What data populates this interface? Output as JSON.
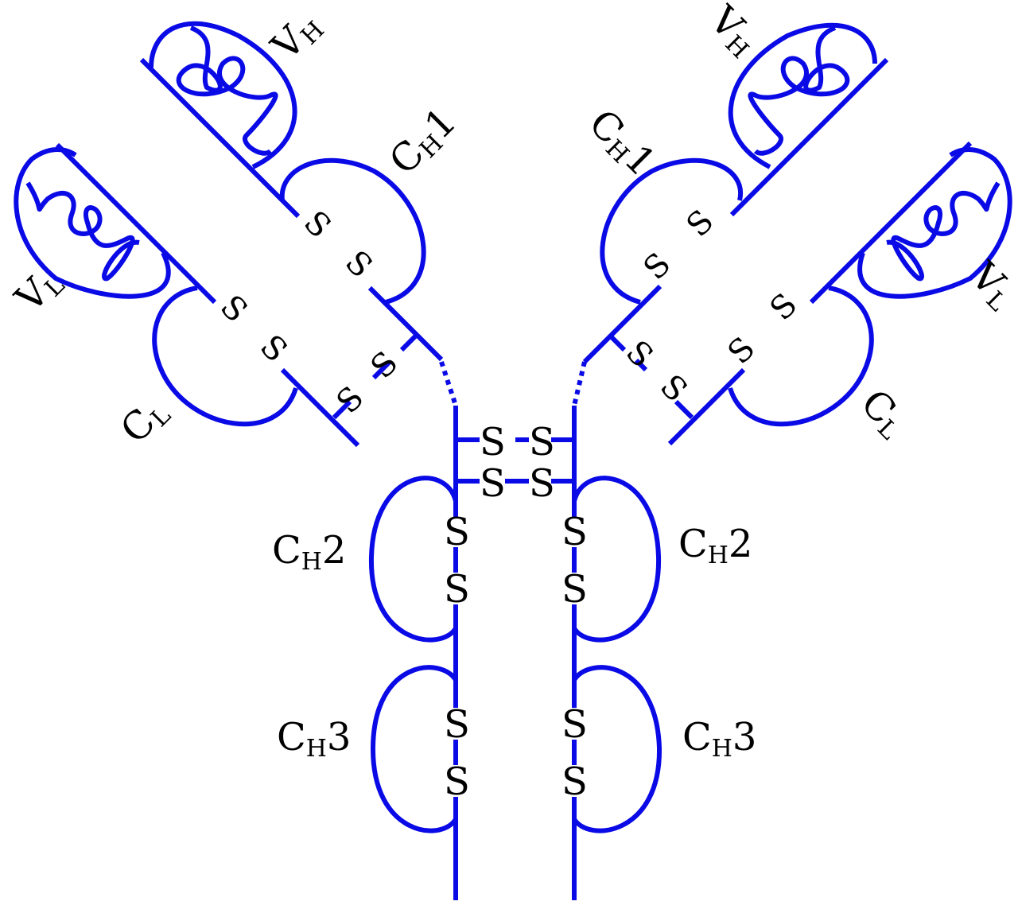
{
  "colors": {
    "chain": "#0a0ae6",
    "text": "#000000",
    "background": "#ffffff"
  },
  "labels": {
    "vh_left": {
      "main": "V",
      "sub": "H"
    },
    "vh_right": {
      "main": "V",
      "sub": "H"
    },
    "vl_left": {
      "main": "V",
      "sub": "L"
    },
    "vl_right": {
      "main": "V",
      "sub": "L"
    },
    "ch1_left": {
      "main": "C",
      "sub": "H",
      "suffix": "1"
    },
    "ch1_right": {
      "main": "C",
      "sub": "H",
      "suffix": "1"
    },
    "cl_left": {
      "main": "C",
      "sub": "L"
    },
    "cl_right": {
      "main": "C",
      "sub": "L"
    },
    "ch2_left": {
      "main": "C",
      "sub": "H",
      "suffix": "2"
    },
    "ch2_right": {
      "main": "C",
      "sub": "H",
      "suffix": "2"
    },
    "ch3_left": {
      "main": "C",
      "sub": "H",
      "suffix": "3"
    },
    "ch3_right": {
      "main": "C",
      "sub": "H",
      "suffix": "3"
    }
  },
  "disulfide": {
    "atom": "S"
  }
}
